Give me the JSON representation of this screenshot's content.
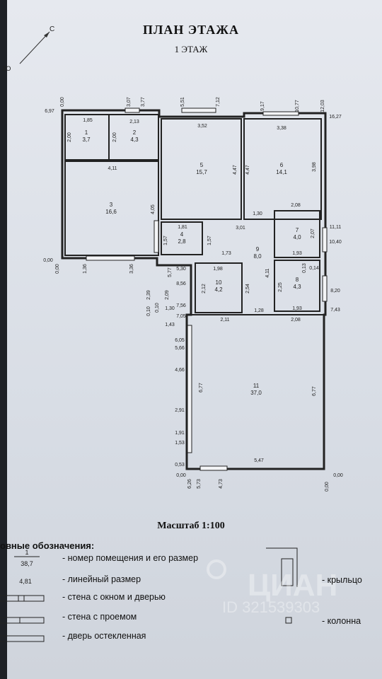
{
  "document": {
    "title": "ПЛАН ЭТАЖА",
    "subtitle": "1 ЭТАЖ",
    "compass_label": "С",
    "scale": "Масштаб 1:100",
    "watermark": "ЦИАН",
    "watermark_id": "ID 321539303",
    "side_mark": "ЗО"
  },
  "rooms": [
    {
      "num": "1",
      "area": "3,7"
    },
    {
      "num": "2",
      "area": "4,3"
    },
    {
      "num": "3",
      "area": "16,6"
    },
    {
      "num": "4",
      "area": "2,8"
    },
    {
      "num": "5",
      "area": "15,7"
    },
    {
      "num": "6",
      "area": "14,1"
    },
    {
      "num": "7",
      "area": "4,0"
    },
    {
      "num": "8",
      "area": "4,3"
    },
    {
      "num": "9",
      "area": "8,0"
    },
    {
      "num": "10",
      "area": "4,2"
    },
    {
      "num": "11",
      "area": "37,0"
    }
  ],
  "dims": {
    "d1": "0,00",
    "d2": "3,07",
    "d3": "3,77",
    "d4": "5,51",
    "d5": "7,12",
    "d6": "9,17",
    "d7": "10,77",
    "d8": "12,03",
    "d9": "6,97",
    "d10": "16,27",
    "d11": "1,85",
    "d12": "2,13",
    "d13": "3,52",
    "d14": "3,38",
    "d15": "2,00",
    "d16": "2,00",
    "d17": "4,11",
    "d18": "4,47",
    "d19": "4,47",
    "d20": "3,98",
    "d21": "4,05",
    "d22": "2,08",
    "d23": "1,30",
    "d24": "1,81",
    "d25": "3,01",
    "d26": "1,57",
    "d27": "1,57",
    "d28": "11,11",
    "d29": "2,07",
    "d30": "10,40",
    "d31": "1,73",
    "d32": "1,93",
    "d33": "0,00",
    "d34": "0,00",
    "d35": "1,36",
    "d36": "3,36",
    "d37": "5,30",
    "d38": "5,77",
    "d39": "1,98",
    "d40": "0,13",
    "d41": "0,14",
    "d42": "4,11",
    "d43": "8,56",
    "d44": "2,39",
    "d45": "2,09",
    "d46": "2,12",
    "d47": "2,54",
    "d48": "2,25",
    "d49": "8,20",
    "d50": "0,10",
    "d51": "7,56",
    "d52": "1,30",
    "d53": "1,28",
    "d54": "1,93",
    "d55": "7,43",
    "d56": "0,10",
    "d57": "7,05",
    "d58": "2,11",
    "d59": "2,08",
    "d60": "1,43",
    "d61": "6,05",
    "d62": "5,66",
    "d63": "4,66",
    "d64": "6,77",
    "d65": "6,77",
    "d66": "2,91",
    "d67": "1,91",
    "d68": "1,53",
    "d69": "5,47",
    "d70": "0,53",
    "d71": "0,00",
    "d72": "0,00",
    "d73": "6,26",
    "d74": "5,73",
    "d75": "4,73",
    "d76": "0,00"
  },
  "legend": {
    "title": "овные обозначения:",
    "sample_num": "1",
    "sample_area": "38,7",
    "sample_dim": "4,81",
    "item_room": "- номер помещения и его размер",
    "item_dim": "- линейный размер",
    "item_wall_window": "- стена с окном и дверью",
    "item_wall_opening": "- стена с проемом",
    "item_glass_door": "- дверь остекленная",
    "item_porch": "- крыльцо",
    "item_column": "- колонна"
  }
}
